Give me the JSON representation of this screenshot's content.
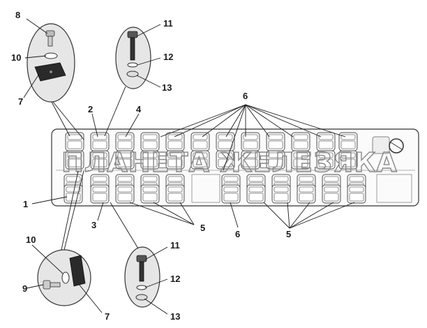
{
  "watermark": "ПЛАНЕТА ЖЕЛЕЗЯКА",
  "callouts": {
    "top_left_bolt": "8",
    "top_left_washer": "10",
    "top_left_plate": "7",
    "top_mid_bolt": "11",
    "top_mid_lockwasher": "12",
    "top_mid_washer": "13",
    "seat_2": "2",
    "seat_4": "4",
    "seats_6_top": "6",
    "bus_floor": "1",
    "seat_3": "3",
    "seats_5_left": "5",
    "seat_6_bottom": "6",
    "seats_5_right": "5",
    "bottom_left_washer": "10",
    "bottom_left_bolt": "9",
    "bottom_left_plate": "7",
    "bottom_mid_bolt": "11",
    "bottom_mid_lockwasher": "12",
    "bottom_mid_washer": "13"
  },
  "colors": {
    "line": "#1a1a1a",
    "circle_fill": "#e6e6e6",
    "seat_fill": "#f4f4f4",
    "seat_stroke": "#555555",
    "watermark": "#8a8a8a"
  },
  "icons": [
    "bolt-icon",
    "washer-icon",
    "plate-icon",
    "seat-icon",
    "steering-wheel-icon"
  ]
}
